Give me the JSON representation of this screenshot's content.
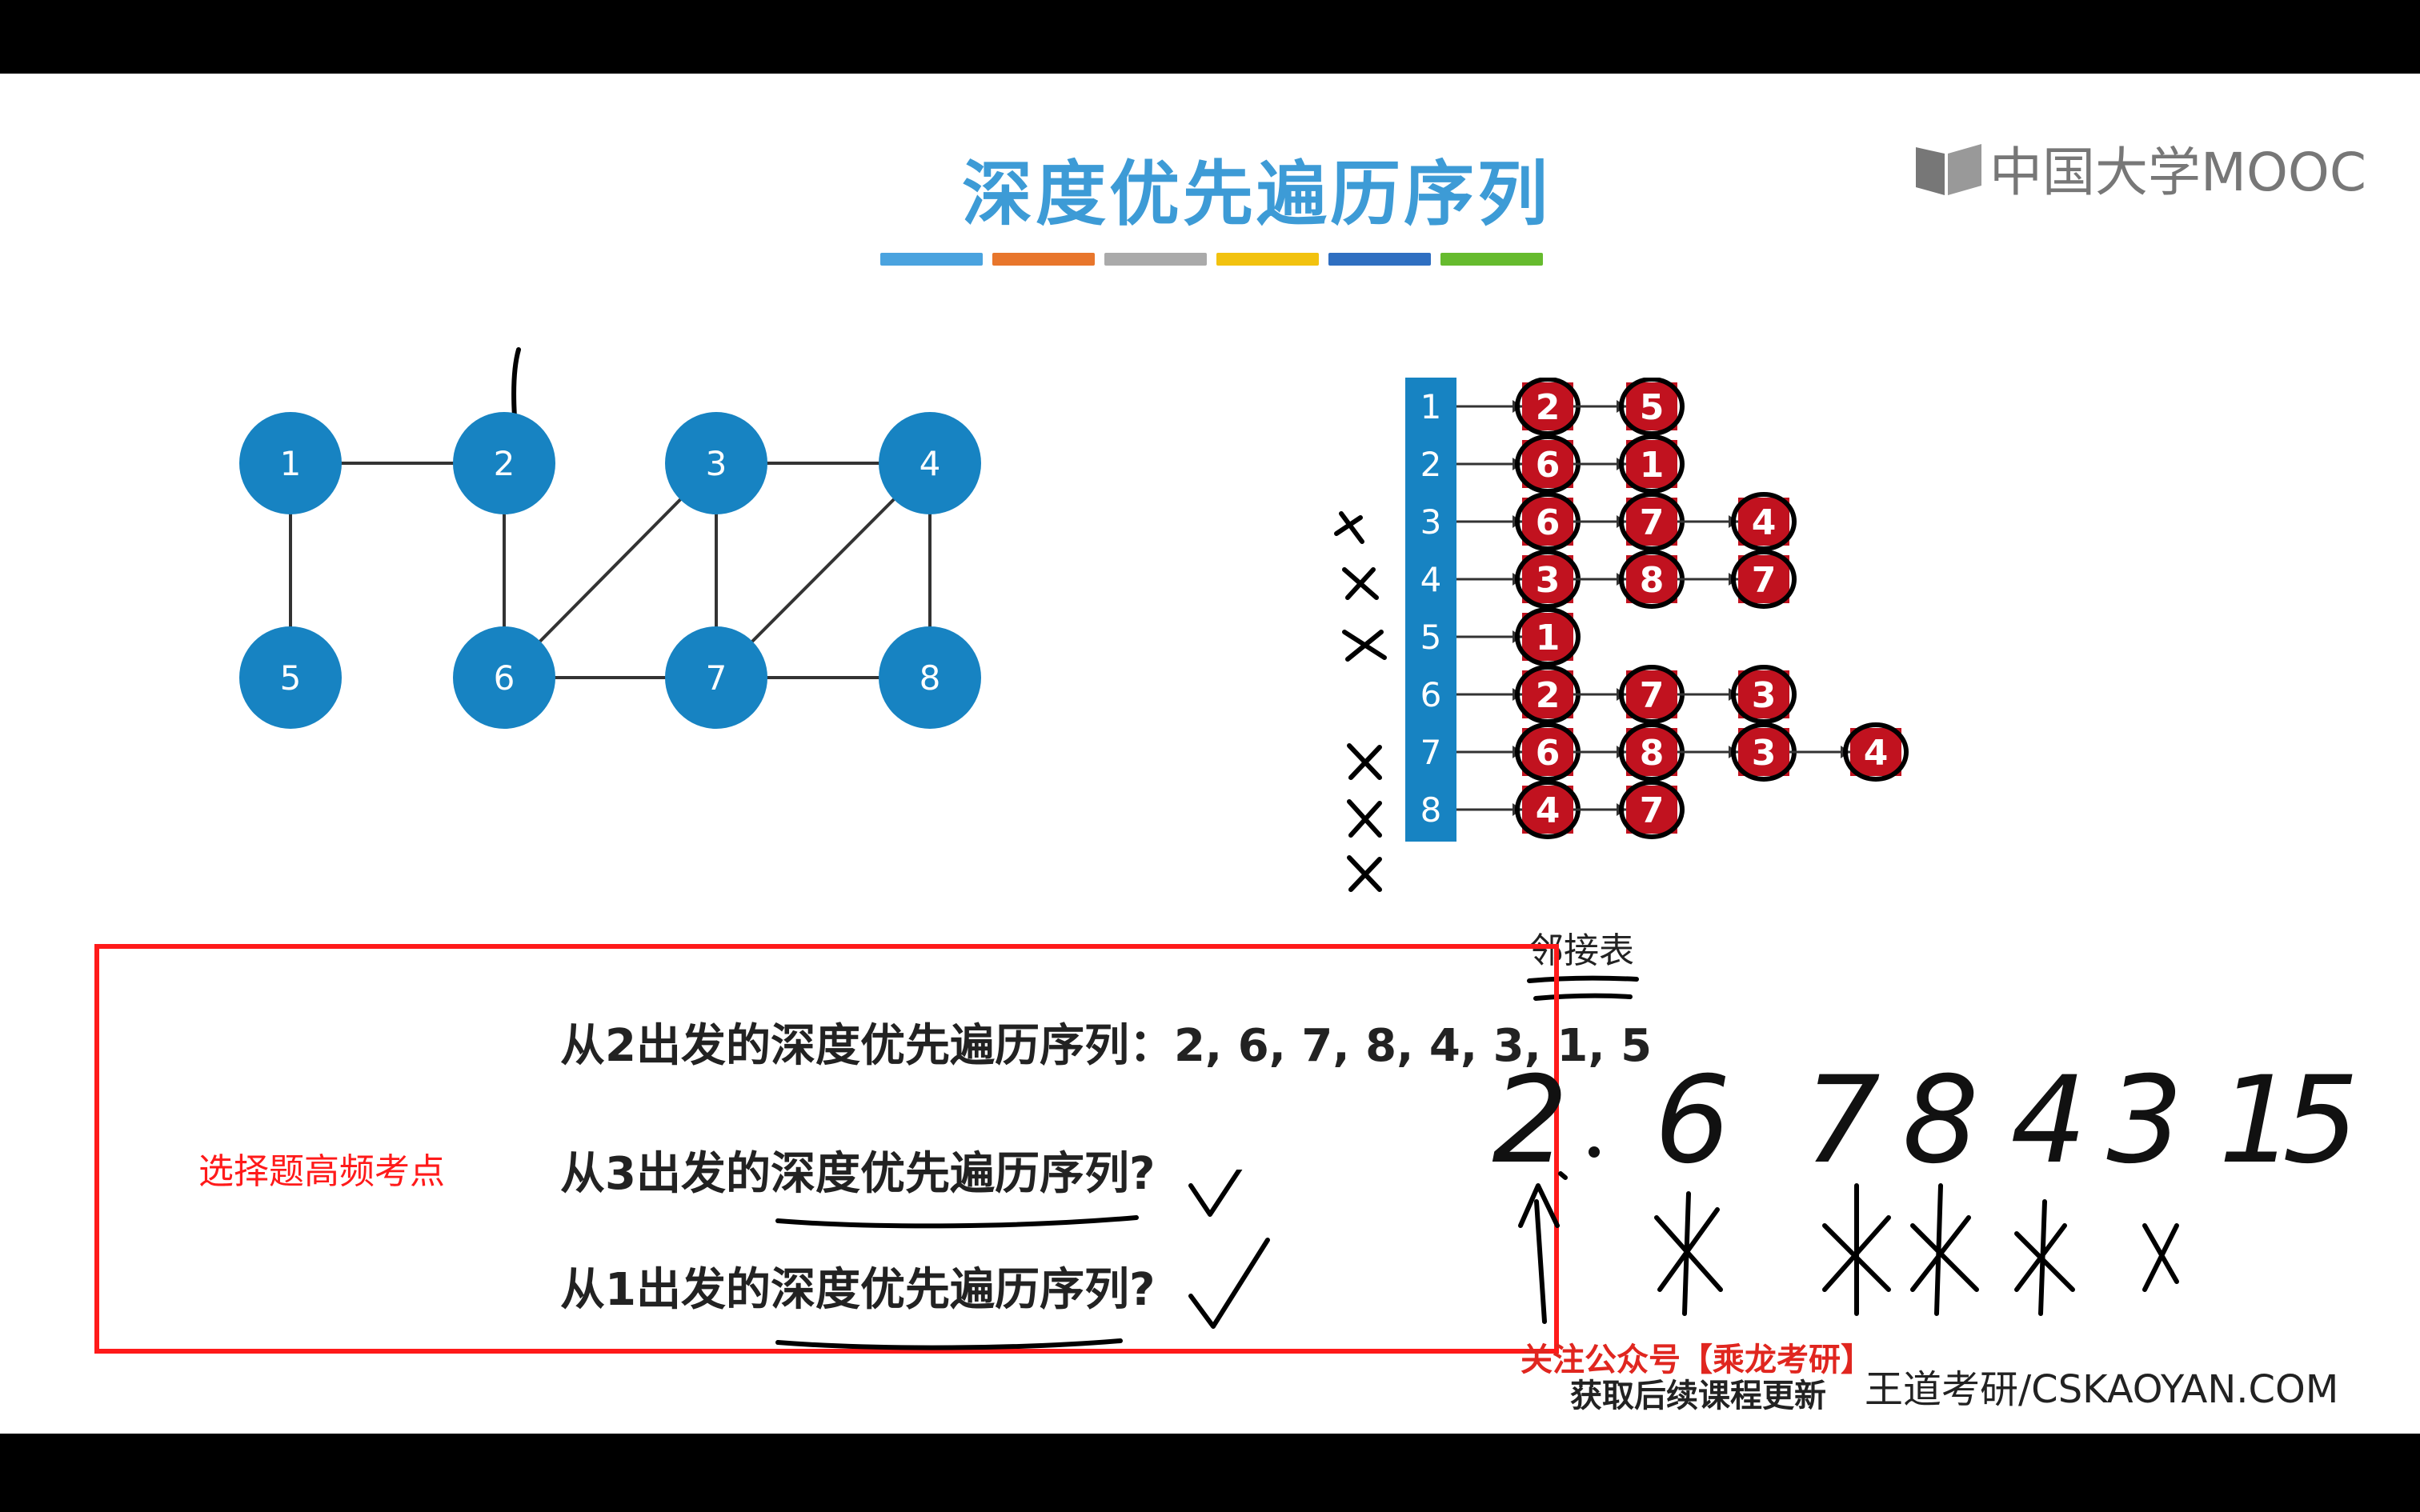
{
  "slide": {
    "title": "深度优先遍历序列",
    "logo_text": "中国大学MOOC",
    "colors": [
      "#4aa3df",
      "#e8762c",
      "#aaaaaa",
      "#f2c20f",
      "#2f6fc1",
      "#66bb2e"
    ]
  },
  "graph": {
    "nodes": [
      "1",
      "2",
      "3",
      "4",
      "5",
      "6",
      "7",
      "8"
    ],
    "edges": [
      [
        "1",
        "2"
      ],
      [
        "1",
        "5"
      ],
      [
        "2",
        "6"
      ],
      [
        "3",
        "4"
      ],
      [
        "3",
        "6"
      ],
      [
        "3",
        "7"
      ],
      [
        "4",
        "7"
      ],
      [
        "4",
        "8"
      ],
      [
        "6",
        "7"
      ],
      [
        "7",
        "8"
      ]
    ],
    "start_marker": "arrow pointing at node 2"
  },
  "adjacency_list": {
    "caption": "邻接表",
    "rows": [
      {
        "vertex": "1",
        "neighbors": [
          "2",
          "5"
        ]
      },
      {
        "vertex": "2",
        "neighbors": [
          "6",
          "1"
        ]
      },
      {
        "vertex": "3",
        "neighbors": [
          "6",
          "7",
          "4"
        ]
      },
      {
        "vertex": "4",
        "neighbors": [
          "3",
          "8",
          "7"
        ]
      },
      {
        "vertex": "5",
        "neighbors": [
          "1"
        ]
      },
      {
        "vertex": "6",
        "neighbors": [
          "2",
          "7",
          "3"
        ]
      },
      {
        "vertex": "7",
        "neighbors": [
          "6",
          "8",
          "3",
          "4"
        ]
      },
      {
        "vertex": "8",
        "neighbors": [
          "4",
          "7"
        ]
      }
    ]
  },
  "questions": {
    "q1": "从2出发的深度优先遍历序列：2, 6, 7, 8, 4, 3, 1, 5",
    "q2": "从3出发的深度优先遍历序列?",
    "q3": "从1出发的深度优先遍历序列?"
  },
  "hint": "选择题高频考点",
  "handwritten_sequence": [
    "2",
    "6",
    "7",
    "8",
    "4",
    "3",
    "1",
    "5"
  ],
  "footer": {
    "promo_line1": "关注公众号【乘龙考研】",
    "promo_line2": "获取后续课程更新",
    "site": "王道考研/CSKAOYAN.COM"
  }
}
